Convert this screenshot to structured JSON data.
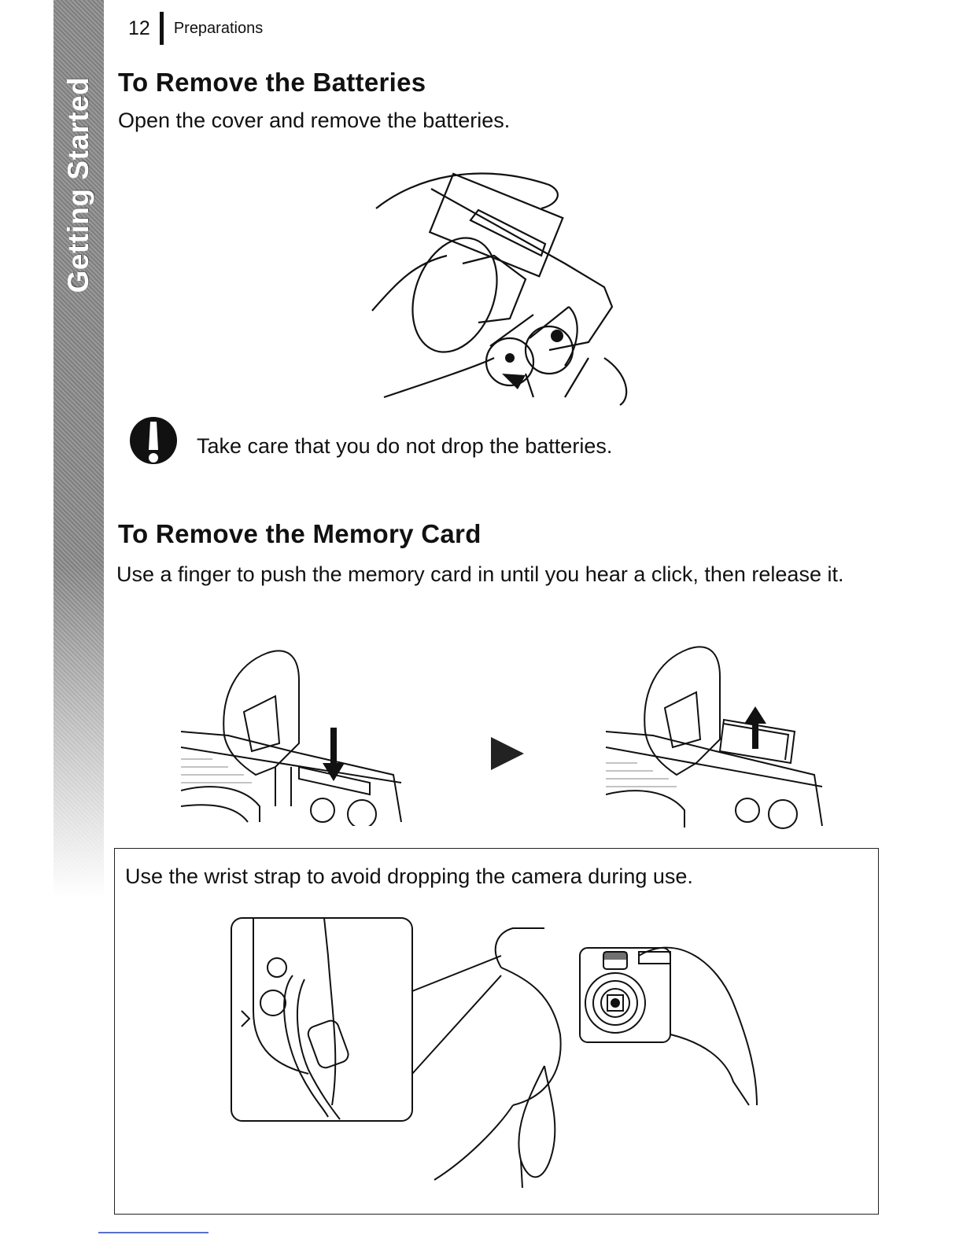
{
  "side_tab": {
    "label": "Getting Started"
  },
  "header": {
    "page_number": "12",
    "section": "Preparations"
  },
  "remove_batteries": {
    "heading": "To Remove the Batteries",
    "instruction": "Open the cover and remove the batteries.",
    "caution_icon": "caution-exclamation-icon",
    "caution_text": "Take care that you do not drop the batteries."
  },
  "remove_card": {
    "heading": "To Remove the Memory Card",
    "instruction": "Use a finger to push the memory card in until you hear a click, then release it.",
    "step_arrow_icon": "play-arrow-icon"
  },
  "note": {
    "text": "Use the wrist strap to avoid dropping the camera during use."
  }
}
